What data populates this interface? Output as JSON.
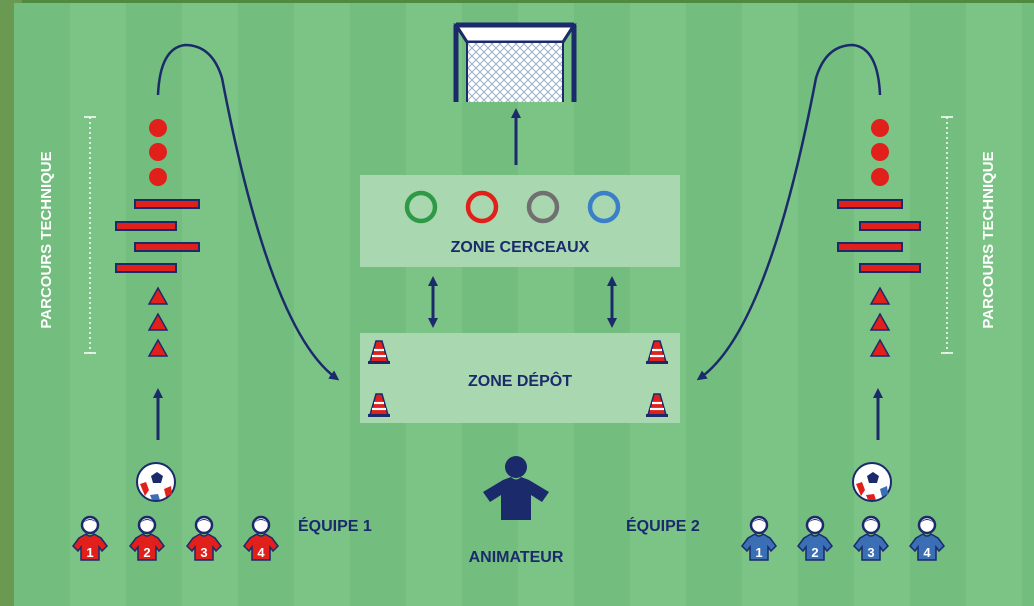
{
  "colors": {
    "navy": "#1b2a6b",
    "red": "#e1201c",
    "blue": "#3a6fb5",
    "grass_light": "#7cc486",
    "grass_dark": "#6fb97a",
    "zone_fill": "#a9d8b0",
    "hoop_green": "#2f9a46",
    "hoop_red": "#e1201c",
    "hoop_gray": "#707070",
    "hoop_blue": "#3a7fc8"
  },
  "labels": {
    "left_course": "PARCOURS TECHNIQUE",
    "right_course": "PARCOURS TECHNIQUE",
    "zone_hoops": "ZONE CERCEAUX",
    "zone_drop": "ZONE DÉPÔT",
    "team_1": "ÉQUIPE 1",
    "team_2": "ÉQUIPE 2",
    "coach": "ANIMATEUR"
  },
  "team_1_numbers": [
    "1",
    "2",
    "3",
    "4"
  ],
  "team_2_numbers": [
    "1",
    "2",
    "3",
    "4"
  ],
  "hoops": [
    "green",
    "red",
    "gray",
    "blue"
  ],
  "icons": [
    "goal-icon",
    "ball-icon",
    "cone-icon",
    "hoop-icon",
    "player-icon",
    "coach-icon",
    "slalom-pole-icon",
    "marker-dot-icon",
    "small-cone-icon"
  ]
}
